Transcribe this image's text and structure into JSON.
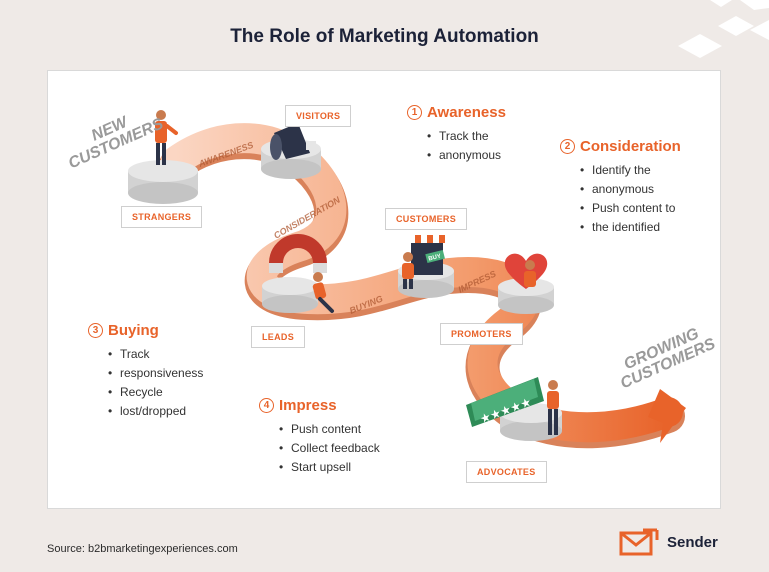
{
  "title": "The Role of Marketing Automation",
  "stages": {
    "strangers": "STRANGERS",
    "visitors": "VISITORS",
    "leads": "LEADS",
    "customers": "CUSTOMERS",
    "promoters": "PROMOTERS",
    "advocates": "ADVOCATES"
  },
  "path_words": {
    "awareness": "AWARENESS",
    "consideration": "CONSIDERATION",
    "buying": "BUYING",
    "impress": "IMPRESS",
    "buy_sign": "BUY"
  },
  "big_words": {
    "new_line1": "NEW",
    "new_line2": "CUSTOMERS",
    "growing_line1": "GROWING",
    "growing_line2": "CUSTOMERS"
  },
  "steps": [
    {
      "num": "1",
      "title": "Awareness",
      "items": [
        "Track the",
        "anonymous"
      ]
    },
    {
      "num": "2",
      "title": "Consideration",
      "items": [
        "Identify the",
        "anonymous",
        "Push content to",
        "the identified"
      ]
    },
    {
      "num": "3",
      "title": "Buying",
      "items": [
        "Track",
        "responsiveness",
        "Recycle",
        "lost/dropped"
      ]
    },
    {
      "num": "4",
      "title": "Impress",
      "items": [
        "Push content",
        "Collect feedback",
        "Start upsell"
      ]
    }
  ],
  "source": "Source: b2bmarketingexperiences.com",
  "brand": "Sender",
  "colors": {
    "accent": "#e8632a",
    "road": "#f4b08e",
    "background": "#efeae7"
  }
}
